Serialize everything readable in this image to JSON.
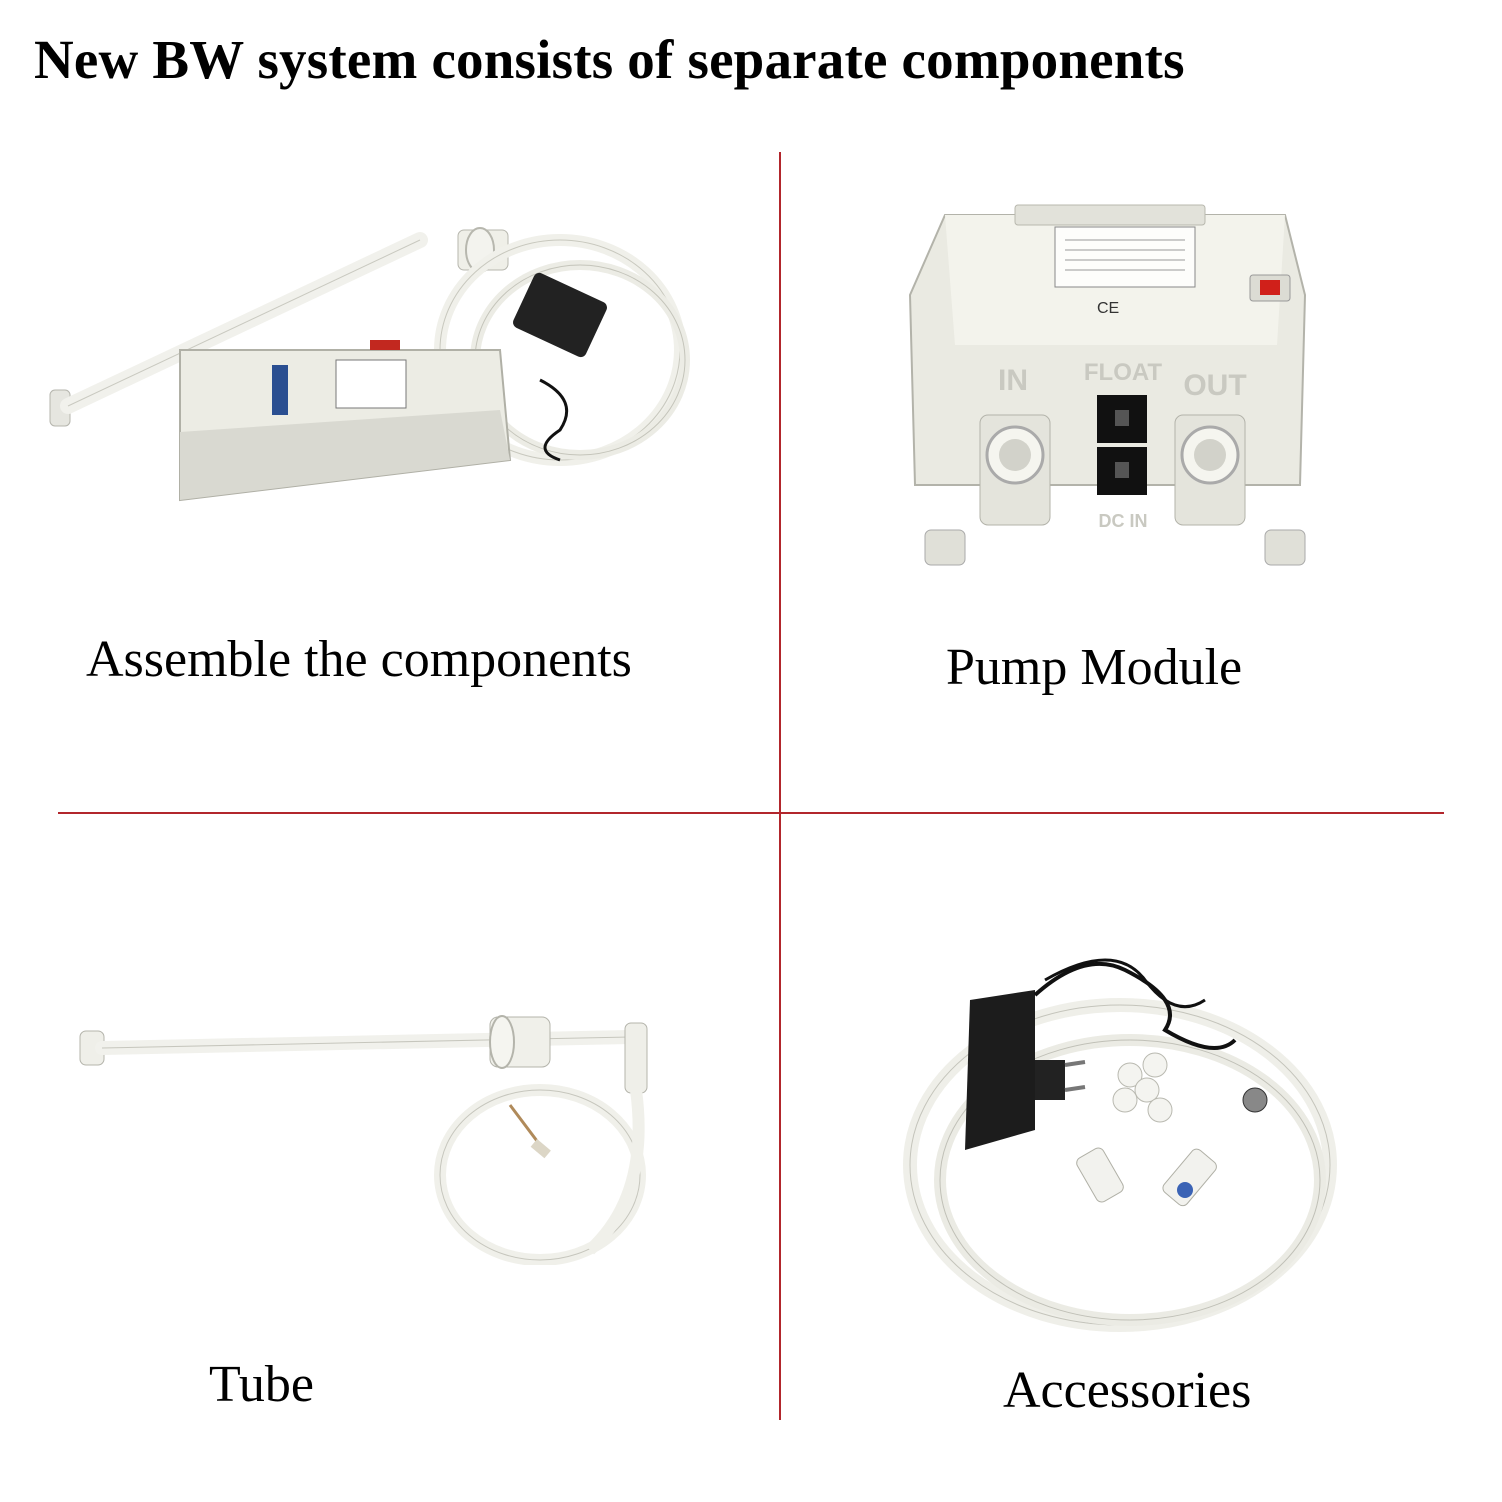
{
  "title": "New BW system consists of separate components",
  "panels": [
    {
      "caption": "Assemble the components"
    },
    {
      "caption": "Pump Module",
      "labels": {
        "in": "IN",
        "float": "FLOAT",
        "out": "OUT",
        "dc_in": "DC IN",
        "ce": "CE"
      }
    },
    {
      "caption": "Tube"
    },
    {
      "caption": "Accessories"
    }
  ],
  "colors": {
    "divider": "#b2262c",
    "plastic": "#eeeee6",
    "adapter": "#1c1c1c"
  }
}
